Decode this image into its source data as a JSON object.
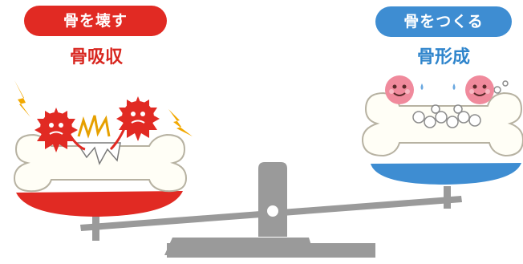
{
  "left_side": {
    "badge": "骨を壊す",
    "title": "骨吸収",
    "color": "#e12a23"
  },
  "right_side": {
    "badge": "骨をつくる",
    "title": "骨形成",
    "color": "#3e8dd2"
  },
  "icons": {
    "left": [
      "osteoclast-icon",
      "bone-icon",
      "lightning-icon"
    ],
    "right": [
      "osteoblast-icon",
      "bone-icon",
      "bubble-icon"
    ],
    "center": [
      "seesaw-icon"
    ]
  }
}
